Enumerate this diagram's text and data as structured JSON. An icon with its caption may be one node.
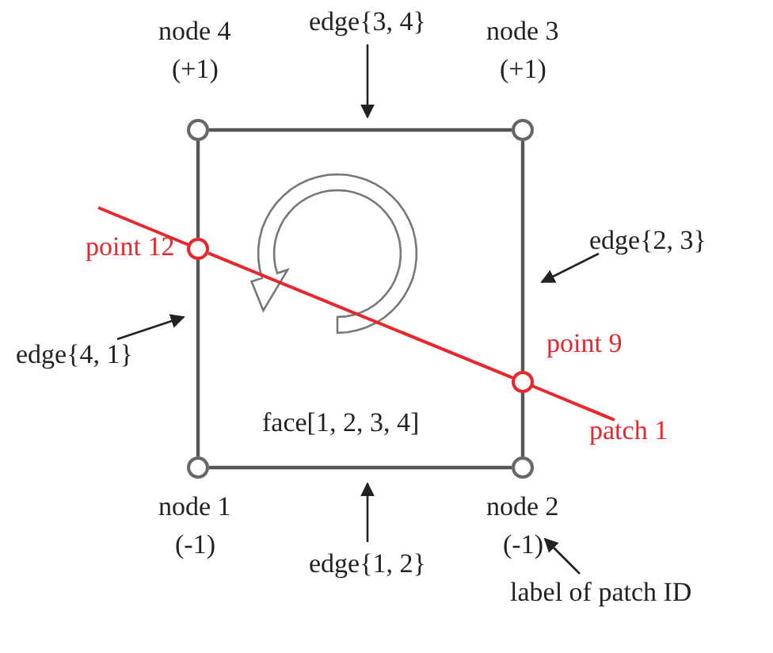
{
  "diagram": {
    "nodes": [
      {
        "text": [],
        "shape": "circle",
        "beside": [
          "node 4",
          "(+1)"
        ]
      },
      {
        "text": [],
        "shape": "circle",
        "beside": [
          "node 3",
          "(+1)"
        ]
      },
      {
        "text": [],
        "shape": "circle",
        "beside": [
          "node 1",
          "(-1)"
        ]
      },
      {
        "text": [],
        "shape": "circle",
        "beside": [
          "node 2",
          "(-1)"
        ]
      },
      {
        "text": [],
        "shape": "circle",
        "beside": [
          "point 12"
        ]
      },
      {
        "text": [],
        "shape": "circle",
        "beside": [
          "point 9"
        ]
      },
      {
        "text": [
          "edge{3, 4}"
        ]
      },
      {
        "text": [
          "edge{2, 3}"
        ]
      },
      {
        "text": [
          "edge{4, 1}"
        ]
      },
      {
        "text": [
          "edge{1, 2}"
        ]
      },
      {
        "text": [
          "label of patch ID"
        ]
      }
    ],
    "edges": [
      {
        "from": 0,
        "to": 1,
        "arrow": "none"
      },
      {
        "from": 1,
        "to": 5,
        "arrow": "none"
      },
      {
        "from": 5,
        "to": 3,
        "arrow": "none"
      },
      {
        "from": 3,
        "to": 2,
        "arrow": "none"
      },
      {
        "from": 2,
        "to": 4,
        "arrow": "none"
      },
      {
        "from": 4,
        "to": 0,
        "arrow": "none"
      },
      {
        "from": 4,
        "to": 5,
        "arrow": "none",
        "color": "#e8262b"
      },
      {
        "from": 6,
        "to": null,
        "arrow": "to"
      },
      {
        "from": 7,
        "to": null,
        "arrow": "to"
      },
      {
        "from": 8,
        "to": null,
        "arrow": "to"
      },
      {
        "from": 9,
        "to": null,
        "arrow": "to"
      },
      {
        "from": 10,
        "to": 3,
        "arrow": "to"
      }
    ],
    "labels": [
      "face[1, 2, 3, 4]",
      "patch 1"
    ]
  }
}
